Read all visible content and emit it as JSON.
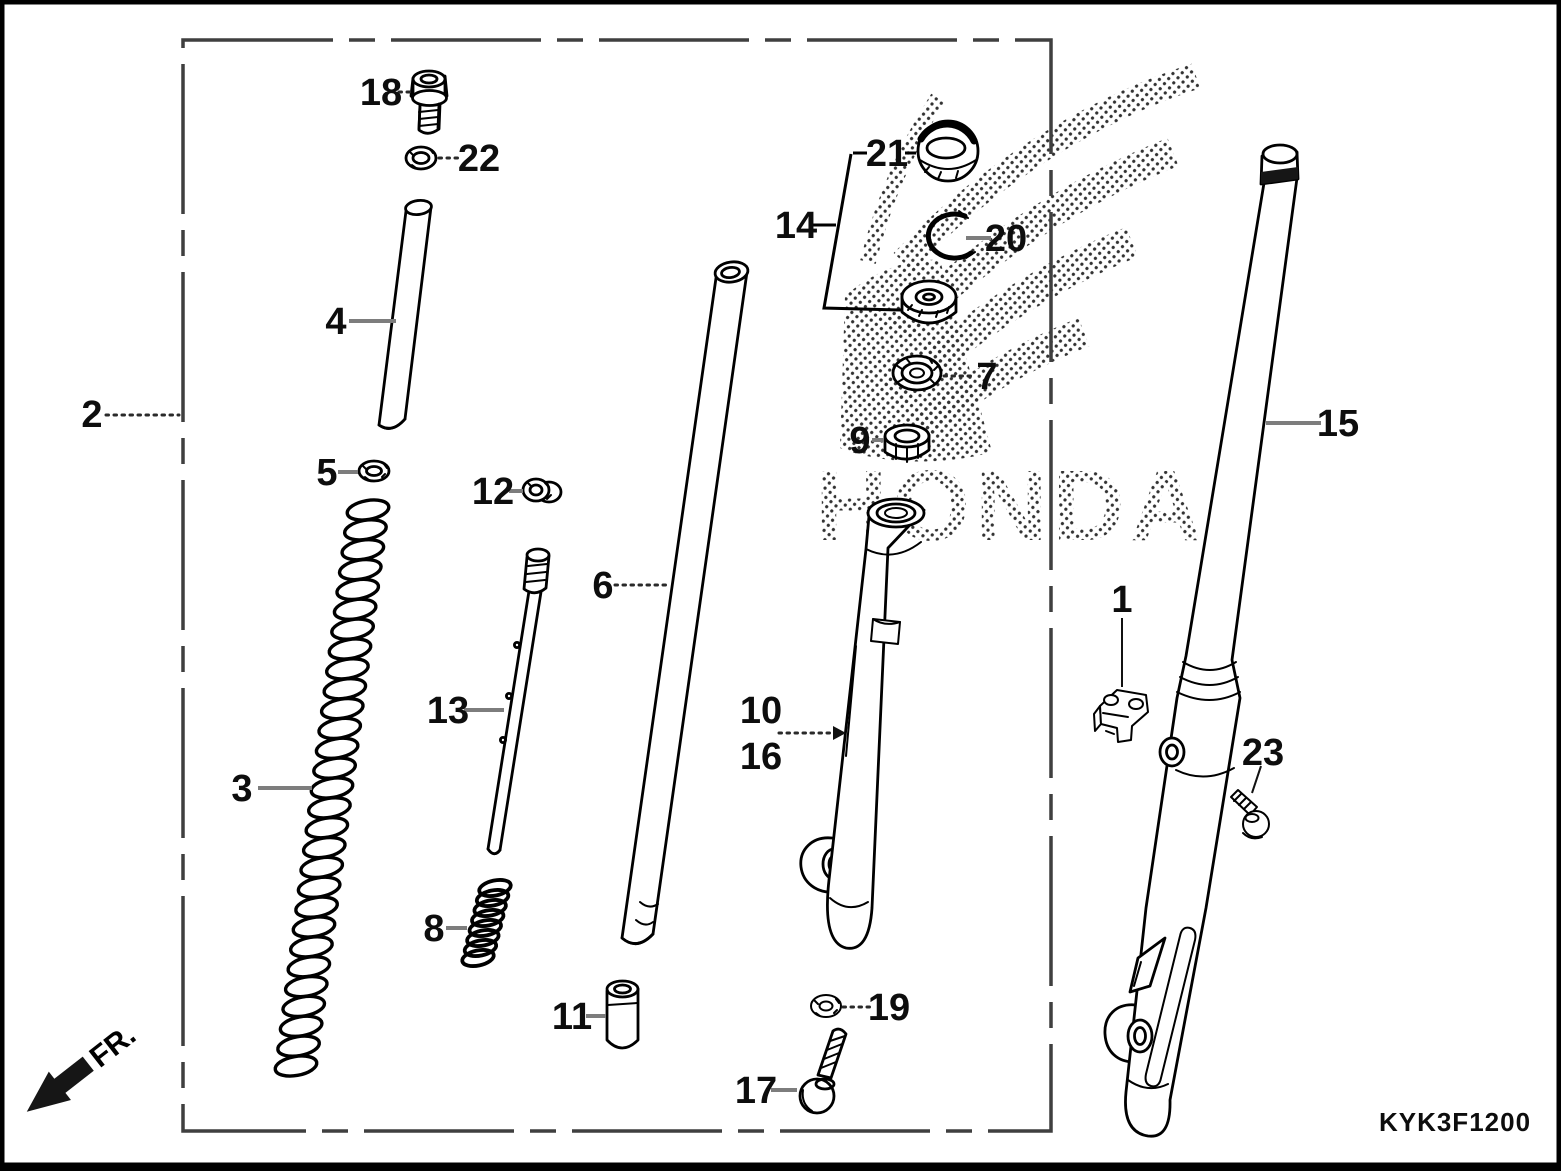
{
  "figure": {
    "code": "KYK3F1200",
    "direction_label": "FR.",
    "watermark_text": "HONDA",
    "colors": {
      "line": "#000000",
      "leader_solid": "#7d7d7d",
      "leader_dotted": "#2a2a2a",
      "dash_box": "#3f3f3f",
      "background": "#ffffff"
    },
    "callouts": [
      {
        "num": "1"
      },
      {
        "num": "2"
      },
      {
        "num": "3"
      },
      {
        "num": "4"
      },
      {
        "num": "5"
      },
      {
        "num": "6"
      },
      {
        "num": "7"
      },
      {
        "num": "8"
      },
      {
        "num": "9"
      },
      {
        "num": "10"
      },
      {
        "num": "11"
      },
      {
        "num": "12"
      },
      {
        "num": "13"
      },
      {
        "num": "14"
      },
      {
        "num": "15"
      },
      {
        "num": "16"
      },
      {
        "num": "17"
      },
      {
        "num": "18"
      },
      {
        "num": "19"
      },
      {
        "num": "20"
      },
      {
        "num": "21"
      },
      {
        "num": "22"
      },
      {
        "num": "23"
      }
    ]
  }
}
